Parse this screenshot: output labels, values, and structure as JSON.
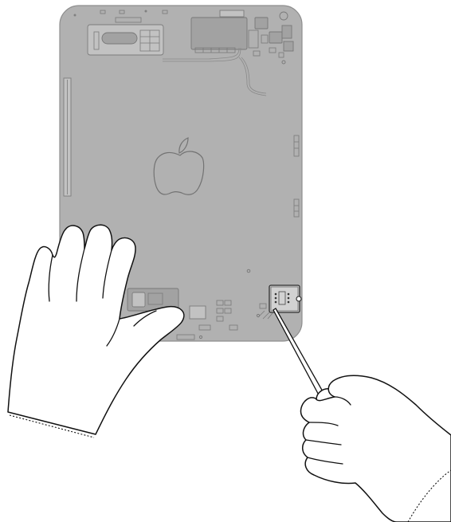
{
  "figure": {
    "board_color": "#b1b1b1",
    "outline_color": "#111111",
    "glove_color": "#ffffff",
    "icons": [
      "logic-board",
      "apple-logo",
      "sim-card-tray",
      "sim-eject-tool",
      "gloved-left-hand",
      "gloved-right-hand"
    ]
  }
}
